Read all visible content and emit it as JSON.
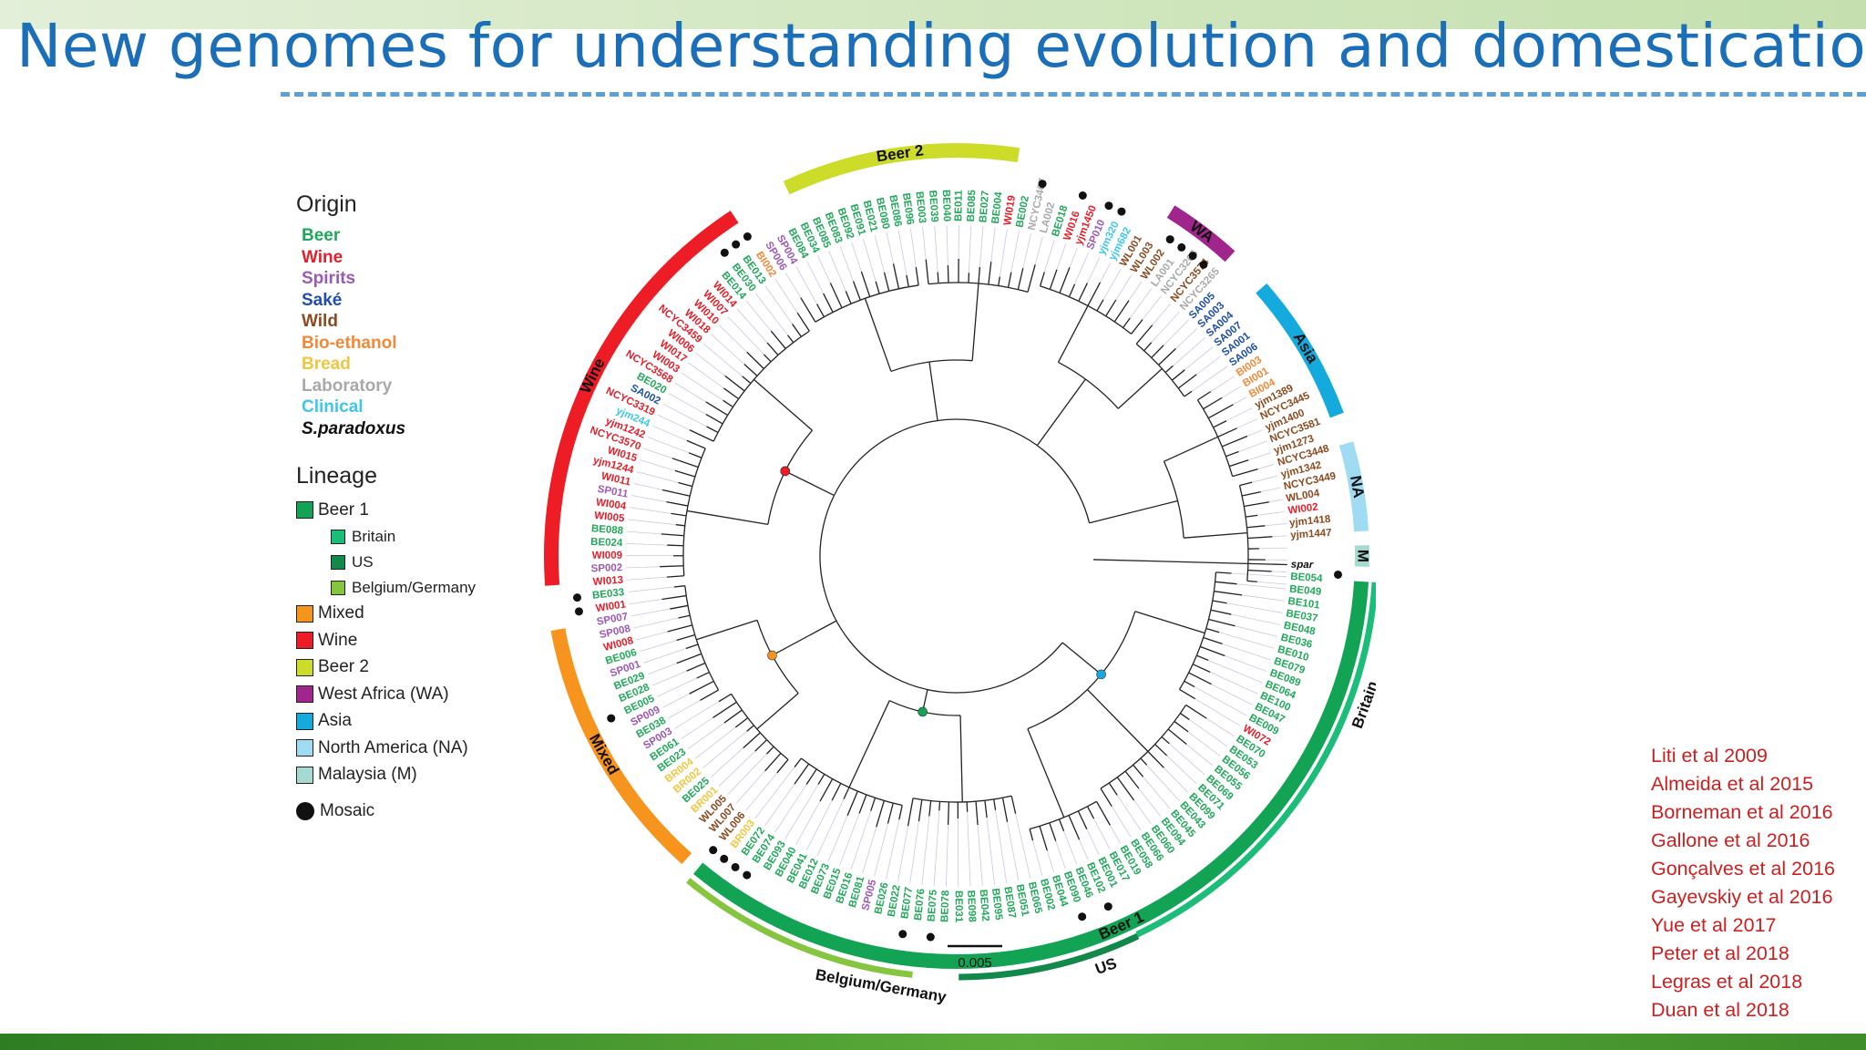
{
  "slide": {
    "title": "New genomes for understanding evolution and domestication",
    "colors": {
      "title": "#1b6eb8",
      "dash_rule": "#5ea0d6",
      "top_band": "#d2e7c1",
      "bottom_band": "#3e8c2a",
      "references": "#cc1f1f"
    }
  },
  "legend": {
    "origin_heading": "Origin",
    "origin_items": [
      {
        "label": "Beer",
        "color": "#22a85a"
      },
      {
        "label": "Wine",
        "color": "#e0202a"
      },
      {
        "label": "Spirits",
        "color": "#9b59b6"
      },
      {
        "label": "Saké",
        "color": "#1f4fa8"
      },
      {
        "label": "Wild",
        "color": "#8b4a1f"
      },
      {
        "label": "Bio-ethanol",
        "color": "#f0893a"
      },
      {
        "label": "Bread",
        "color": "#f0c640"
      },
      {
        "label": "Laboratory",
        "color": "#a9a9a9"
      },
      {
        "label": "Clinical",
        "color": "#3fc6ee"
      },
      {
        "label": "S.paradoxus",
        "color": "#111111"
      }
    ],
    "lineage_heading": "Lineage",
    "lineage_items": [
      {
        "label": "Beer 1",
        "color": "#12a454",
        "sub": false
      },
      {
        "label": "Britain",
        "color": "#1bbd78",
        "sub": true
      },
      {
        "label": "US",
        "color": "#12884a",
        "sub": true
      },
      {
        "label": "Belgium/Germany",
        "color": "#86c540",
        "sub": true
      },
      {
        "label": "Mixed",
        "color": "#f7941d",
        "sub": false
      },
      {
        "label": "Wine",
        "color": "#ee1c25",
        "sub": false
      },
      {
        "label": "Beer 2",
        "color": "#cddc29",
        "sub": false
      },
      {
        "label": "West Africa (WA)",
        "color": "#a0268d",
        "sub": false
      },
      {
        "label": "Asia",
        "color": "#14aade",
        "sub": false
      },
      {
        "label": "North America (NA)",
        "color": "#9fdcf4",
        "sub": false
      },
      {
        "label": "Malaysia (M)",
        "color": "#a6d9d0",
        "sub": false
      }
    ],
    "mosaic_label": "Mosaic"
  },
  "tree": {
    "clade_labels": {
      "beer2": "Beer 2",
      "wa": "WA",
      "asia": "Asia",
      "na": "NA",
      "m": "M",
      "britain": "Britain",
      "beer1": "Beer 1",
      "us": "US",
      "belgium": "Belgium/Germany",
      "mixed": "Mixed",
      "wine": "Wine"
    },
    "scale_label": "0.005",
    "tips": [
      {
        "label": "spar",
        "origin": "S.paradoxus"
      },
      {
        "label": "BE054",
        "origin": "Beer"
      },
      {
        "label": "BE049",
        "origin": "Beer"
      },
      {
        "label": "BE101",
        "origin": "Beer"
      },
      {
        "label": "BE037",
        "origin": "Beer"
      },
      {
        "label": "BE048",
        "origin": "Beer"
      },
      {
        "label": "BE036",
        "origin": "Beer"
      },
      {
        "label": "BE010",
        "origin": "Beer"
      },
      {
        "label": "BE079",
        "origin": "Beer"
      },
      {
        "label": "BE089",
        "origin": "Beer"
      },
      {
        "label": "BE064",
        "origin": "Beer"
      },
      {
        "label": "BE100",
        "origin": "Beer"
      },
      {
        "label": "BE047",
        "origin": "Beer"
      },
      {
        "label": "BE009",
        "origin": "Beer"
      },
      {
        "label": "WI072",
        "origin": "Wine"
      },
      {
        "label": "BE070",
        "origin": "Beer"
      },
      {
        "label": "BE053",
        "origin": "Beer"
      },
      {
        "label": "BE056",
        "origin": "Beer"
      },
      {
        "label": "BE055",
        "origin": "Beer"
      },
      {
        "label": "BE069",
        "origin": "Beer"
      },
      {
        "label": "BE071",
        "origin": "Beer"
      },
      {
        "label": "BE099",
        "origin": "Beer"
      },
      {
        "label": "BE043",
        "origin": "Beer"
      },
      {
        "label": "BE045",
        "origin": "Beer"
      },
      {
        "label": "BE094",
        "origin": "Beer"
      },
      {
        "label": "BE060",
        "origin": "Beer"
      },
      {
        "label": "BE066",
        "origin": "Beer"
      },
      {
        "label": "BE058",
        "origin": "Beer"
      },
      {
        "label": "BE019",
        "origin": "Beer"
      },
      {
        "label": "BE017",
        "origin": "Beer"
      },
      {
        "label": "BE001",
        "origin": "Beer"
      },
      {
        "label": "BE102",
        "origin": "Beer"
      },
      {
        "label": "BE046",
        "origin": "Beer"
      },
      {
        "label": "BE090",
        "origin": "Beer"
      },
      {
        "label": "BE044",
        "origin": "Beer"
      },
      {
        "label": "BE002",
        "origin": "Beer"
      },
      {
        "label": "BE065",
        "origin": "Beer"
      },
      {
        "label": "BE051",
        "origin": "Beer"
      },
      {
        "label": "BE087",
        "origin": "Beer"
      },
      {
        "label": "BE095",
        "origin": "Beer"
      },
      {
        "label": "BE042",
        "origin": "Beer"
      },
      {
        "label": "BE098",
        "origin": "Beer"
      },
      {
        "label": "BE031",
        "origin": "Beer"
      },
      {
        "label": "BE078",
        "origin": "Beer"
      },
      {
        "label": "BE075",
        "origin": "Beer"
      },
      {
        "label": "BE076",
        "origin": "Beer"
      },
      {
        "label": "BE077",
        "origin": "Beer"
      },
      {
        "label": "BE022",
        "origin": "Beer"
      },
      {
        "label": "BE026",
        "origin": "Beer"
      },
      {
        "label": "SP005",
        "origin": "Spirits"
      },
      {
        "label": "BE081",
        "origin": "Beer"
      },
      {
        "label": "BE016",
        "origin": "Beer"
      },
      {
        "label": "BE015",
        "origin": "Beer"
      },
      {
        "label": "BE073",
        "origin": "Beer"
      },
      {
        "label": "BE012",
        "origin": "Beer"
      },
      {
        "label": "BE041",
        "origin": "Beer"
      },
      {
        "label": "BE040",
        "origin": "Beer"
      },
      {
        "label": "BE093",
        "origin": "Beer"
      },
      {
        "label": "BE074",
        "origin": "Beer"
      },
      {
        "label": "BE072",
        "origin": "Beer"
      },
      {
        "label": "BR003",
        "origin": "Bread"
      },
      {
        "label": "WL006",
        "origin": "Wild"
      },
      {
        "label": "WL007",
        "origin": "Wild"
      },
      {
        "label": "WL005",
        "origin": "Wild"
      },
      {
        "label": "BR001",
        "origin": "Bread"
      },
      {
        "label": "BE025",
        "origin": "Beer"
      },
      {
        "label": "BR002",
        "origin": "Bread"
      },
      {
        "label": "BR004",
        "origin": "Bread"
      },
      {
        "label": "BE023",
        "origin": "Beer"
      },
      {
        "label": "BE061",
        "origin": "Beer"
      },
      {
        "label": "SP003",
        "origin": "Spirits"
      },
      {
        "label": "BE038",
        "origin": "Beer"
      },
      {
        "label": "SP009",
        "origin": "Spirits"
      },
      {
        "label": "BE005",
        "origin": "Beer"
      },
      {
        "label": "BE028",
        "origin": "Beer"
      },
      {
        "label": "BE029",
        "origin": "Beer"
      },
      {
        "label": "SP001",
        "origin": "Spirits"
      },
      {
        "label": "BE006",
        "origin": "Beer"
      },
      {
        "label": "WI008",
        "origin": "Wine"
      },
      {
        "label": "SP008",
        "origin": "Spirits"
      },
      {
        "label": "SP007",
        "origin": "Spirits"
      },
      {
        "label": "WI001",
        "origin": "Wine"
      },
      {
        "label": "BE033",
        "origin": "Beer"
      },
      {
        "label": "WI013",
        "origin": "Wine"
      },
      {
        "label": "SP002",
        "origin": "Spirits"
      },
      {
        "label": "WI009",
        "origin": "Wine"
      },
      {
        "label": "BE024",
        "origin": "Beer"
      },
      {
        "label": "BE088",
        "origin": "Beer"
      },
      {
        "label": "WI005",
        "origin": "Wine"
      },
      {
        "label": "WI004",
        "origin": "Wine"
      },
      {
        "label": "SP011",
        "origin": "Spirits"
      },
      {
        "label": "WI011",
        "origin": "Wine"
      },
      {
        "label": "yjm1244",
        "origin": "Wine"
      },
      {
        "label": "WI015",
        "origin": "Wine"
      },
      {
        "label": "NCYC3570",
        "origin": "Wine"
      },
      {
        "label": "yjm1242",
        "origin": "Wine"
      },
      {
        "label": "yjm244",
        "origin": "Clinical"
      },
      {
        "label": "NCYC3319",
        "origin": "Wine"
      },
      {
        "label": "SA002",
        "origin": "Saké"
      },
      {
        "label": "BE020",
        "origin": "Beer"
      },
      {
        "label": "NCYC3568",
        "origin": "Wine"
      },
      {
        "label": "WI003",
        "origin": "Wine"
      },
      {
        "label": "WI017",
        "origin": "Wine"
      },
      {
        "label": "WI006",
        "origin": "Wine"
      },
      {
        "label": "NCYC3459",
        "origin": "Wine"
      },
      {
        "label": "WI018",
        "origin": "Wine"
      },
      {
        "label": "WI010",
        "origin": "Wine"
      },
      {
        "label": "WI007",
        "origin": "Wine"
      },
      {
        "label": "WI014",
        "origin": "Wine"
      },
      {
        "label": "BE014",
        "origin": "Beer"
      },
      {
        "label": "BE030",
        "origin": "Beer"
      },
      {
        "label": "BE013",
        "origin": "Beer"
      },
      {
        "label": "BI002",
        "origin": "Bio-ethanol"
      },
      {
        "label": "SP006",
        "origin": "Spirits"
      },
      {
        "label": "SP004",
        "origin": "Spirits"
      },
      {
        "label": "BE084",
        "origin": "Beer"
      },
      {
        "label": "BE034",
        "origin": "Beer"
      },
      {
        "label": "BE085",
        "origin": "Beer"
      },
      {
        "label": "BE083",
        "origin": "Beer"
      },
      {
        "label": "BE092",
        "origin": "Beer"
      },
      {
        "label": "BE091",
        "origin": "Beer"
      },
      {
        "label": "BE021",
        "origin": "Beer"
      },
      {
        "label": "BE080",
        "origin": "Beer"
      },
      {
        "label": "BE086",
        "origin": "Beer"
      },
      {
        "label": "BE096",
        "origin": "Beer"
      },
      {
        "label": "BE003",
        "origin": "Beer"
      },
      {
        "label": "BE039",
        "origin": "Beer"
      },
      {
        "label": "BE040",
        "origin": "Beer"
      },
      {
        "label": "BE011",
        "origin": "Beer"
      },
      {
        "label": "BE085",
        "origin": "Beer"
      },
      {
        "label": "BE027",
        "origin": "Beer"
      },
      {
        "label": "BE004",
        "origin": "Beer"
      },
      {
        "label": "WI019",
        "origin": "Wine"
      },
      {
        "label": "BE002",
        "origin": "Beer"
      },
      {
        "label": "NCYC3467",
        "origin": "Laboratory"
      },
      {
        "label": "LA002",
        "origin": "Laboratory"
      },
      {
        "label": "BE018",
        "origin": "Beer"
      },
      {
        "label": "WI016",
        "origin": "Wine"
      },
      {
        "label": "yjm1450",
        "origin": "Wine"
      },
      {
        "label": "SP010",
        "origin": "Spirits"
      },
      {
        "label": "yjm320",
        "origin": "Clinical"
      },
      {
        "label": "yjm682",
        "origin": "Clinical"
      },
      {
        "label": "WL001",
        "origin": "Wild"
      },
      {
        "label": "WL003",
        "origin": "Wild"
      },
      {
        "label": "WL002",
        "origin": "Wild"
      },
      {
        "label": "LA001",
        "origin": "Laboratory"
      },
      {
        "label": "NCYC3266",
        "origin": "Laboratory"
      },
      {
        "label": "NCYC3574",
        "origin": "Wild"
      },
      {
        "label": "NCYC3265",
        "origin": "Laboratory"
      },
      {
        "label": "SA005",
        "origin": "Saké"
      },
      {
        "label": "SA003",
        "origin": "Saké"
      },
      {
        "label": "SA004",
        "origin": "Saké"
      },
      {
        "label": "SA007",
        "origin": "Saké"
      },
      {
        "label": "SA001",
        "origin": "Saké"
      },
      {
        "label": "SA006",
        "origin": "Saké"
      },
      {
        "label": "BI003",
        "origin": "Bio-ethanol"
      },
      {
        "label": "BI001",
        "origin": "Bio-ethanol"
      },
      {
        "label": "BI004",
        "origin": "Bio-ethanol"
      },
      {
        "label": "yjm1389",
        "origin": "Wild"
      },
      {
        "label": "NCYC3445",
        "origin": "Wild"
      },
      {
        "label": "yjm1400",
        "origin": "Wild"
      },
      {
        "label": "NCYC3581",
        "origin": "Wild"
      },
      {
        "label": "yjm1273",
        "origin": "Wild"
      },
      {
        "label": "NCYC3448",
        "origin": "Wild"
      },
      {
        "label": "yjm1342",
        "origin": "Wild"
      },
      {
        "label": "NCYC3449",
        "origin": "Wild"
      },
      {
        "label": "WL004",
        "origin": "Wild"
      },
      {
        "label": "WI002",
        "origin": "Wine"
      },
      {
        "label": "yjm1418",
        "origin": "Wild"
      },
      {
        "label": "yjm1447",
        "origin": "Wild"
      }
    ]
  },
  "references": [
    "Liti et al 2009",
    "Almeida et al 2015",
    "Borneman et al 2016",
    "Gallone et al 2016",
    "Gonçalves et al 2016",
    "Gayevskiy et al 2016",
    "Yue et al 2017",
    "Peter et al 2018",
    "Legras et al 2018",
    "Duan et al 2018"
  ]
}
